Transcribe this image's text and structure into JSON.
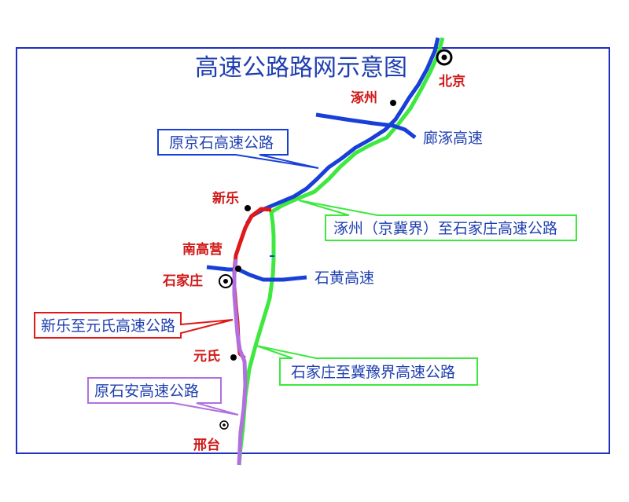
{
  "map": {
    "title": "高速公路路网示意图",
    "cities": [
      {
        "id": "beijing",
        "name": "北京"
      },
      {
        "id": "zhuozhou",
        "name": "涿州"
      },
      {
        "id": "xinle",
        "name": "新乐"
      },
      {
        "id": "nangaoying",
        "name": "南高营"
      },
      {
        "id": "shijiazhuang",
        "name": "石家庄"
      },
      {
        "id": "yuanshi",
        "name": "元氏"
      },
      {
        "id": "xingtai",
        "name": "邢台"
      }
    ],
    "road_labels": {
      "langzhuo": "廊涿高速",
      "shihuang": "石黄高速"
    },
    "callouts": {
      "jingshi": "原京石高速公路",
      "zhuozhou_sjz": "涿州（京冀界）至石家庄高速公路",
      "xinle_yuanshi": "新乐至元氏高速公路",
      "sjz_jiyu": "石家庄至冀豫界高速公路",
      "shian": "原石安高速公路"
    },
    "colors": {
      "frame": "#1f2fbf",
      "blue_road": "#1840d8",
      "green_road": "#3ee83e",
      "red_road": "#e01818",
      "purple_road": "#b070e0",
      "city_text": "#d01818",
      "label_text": "#1f3fb0"
    }
  }
}
